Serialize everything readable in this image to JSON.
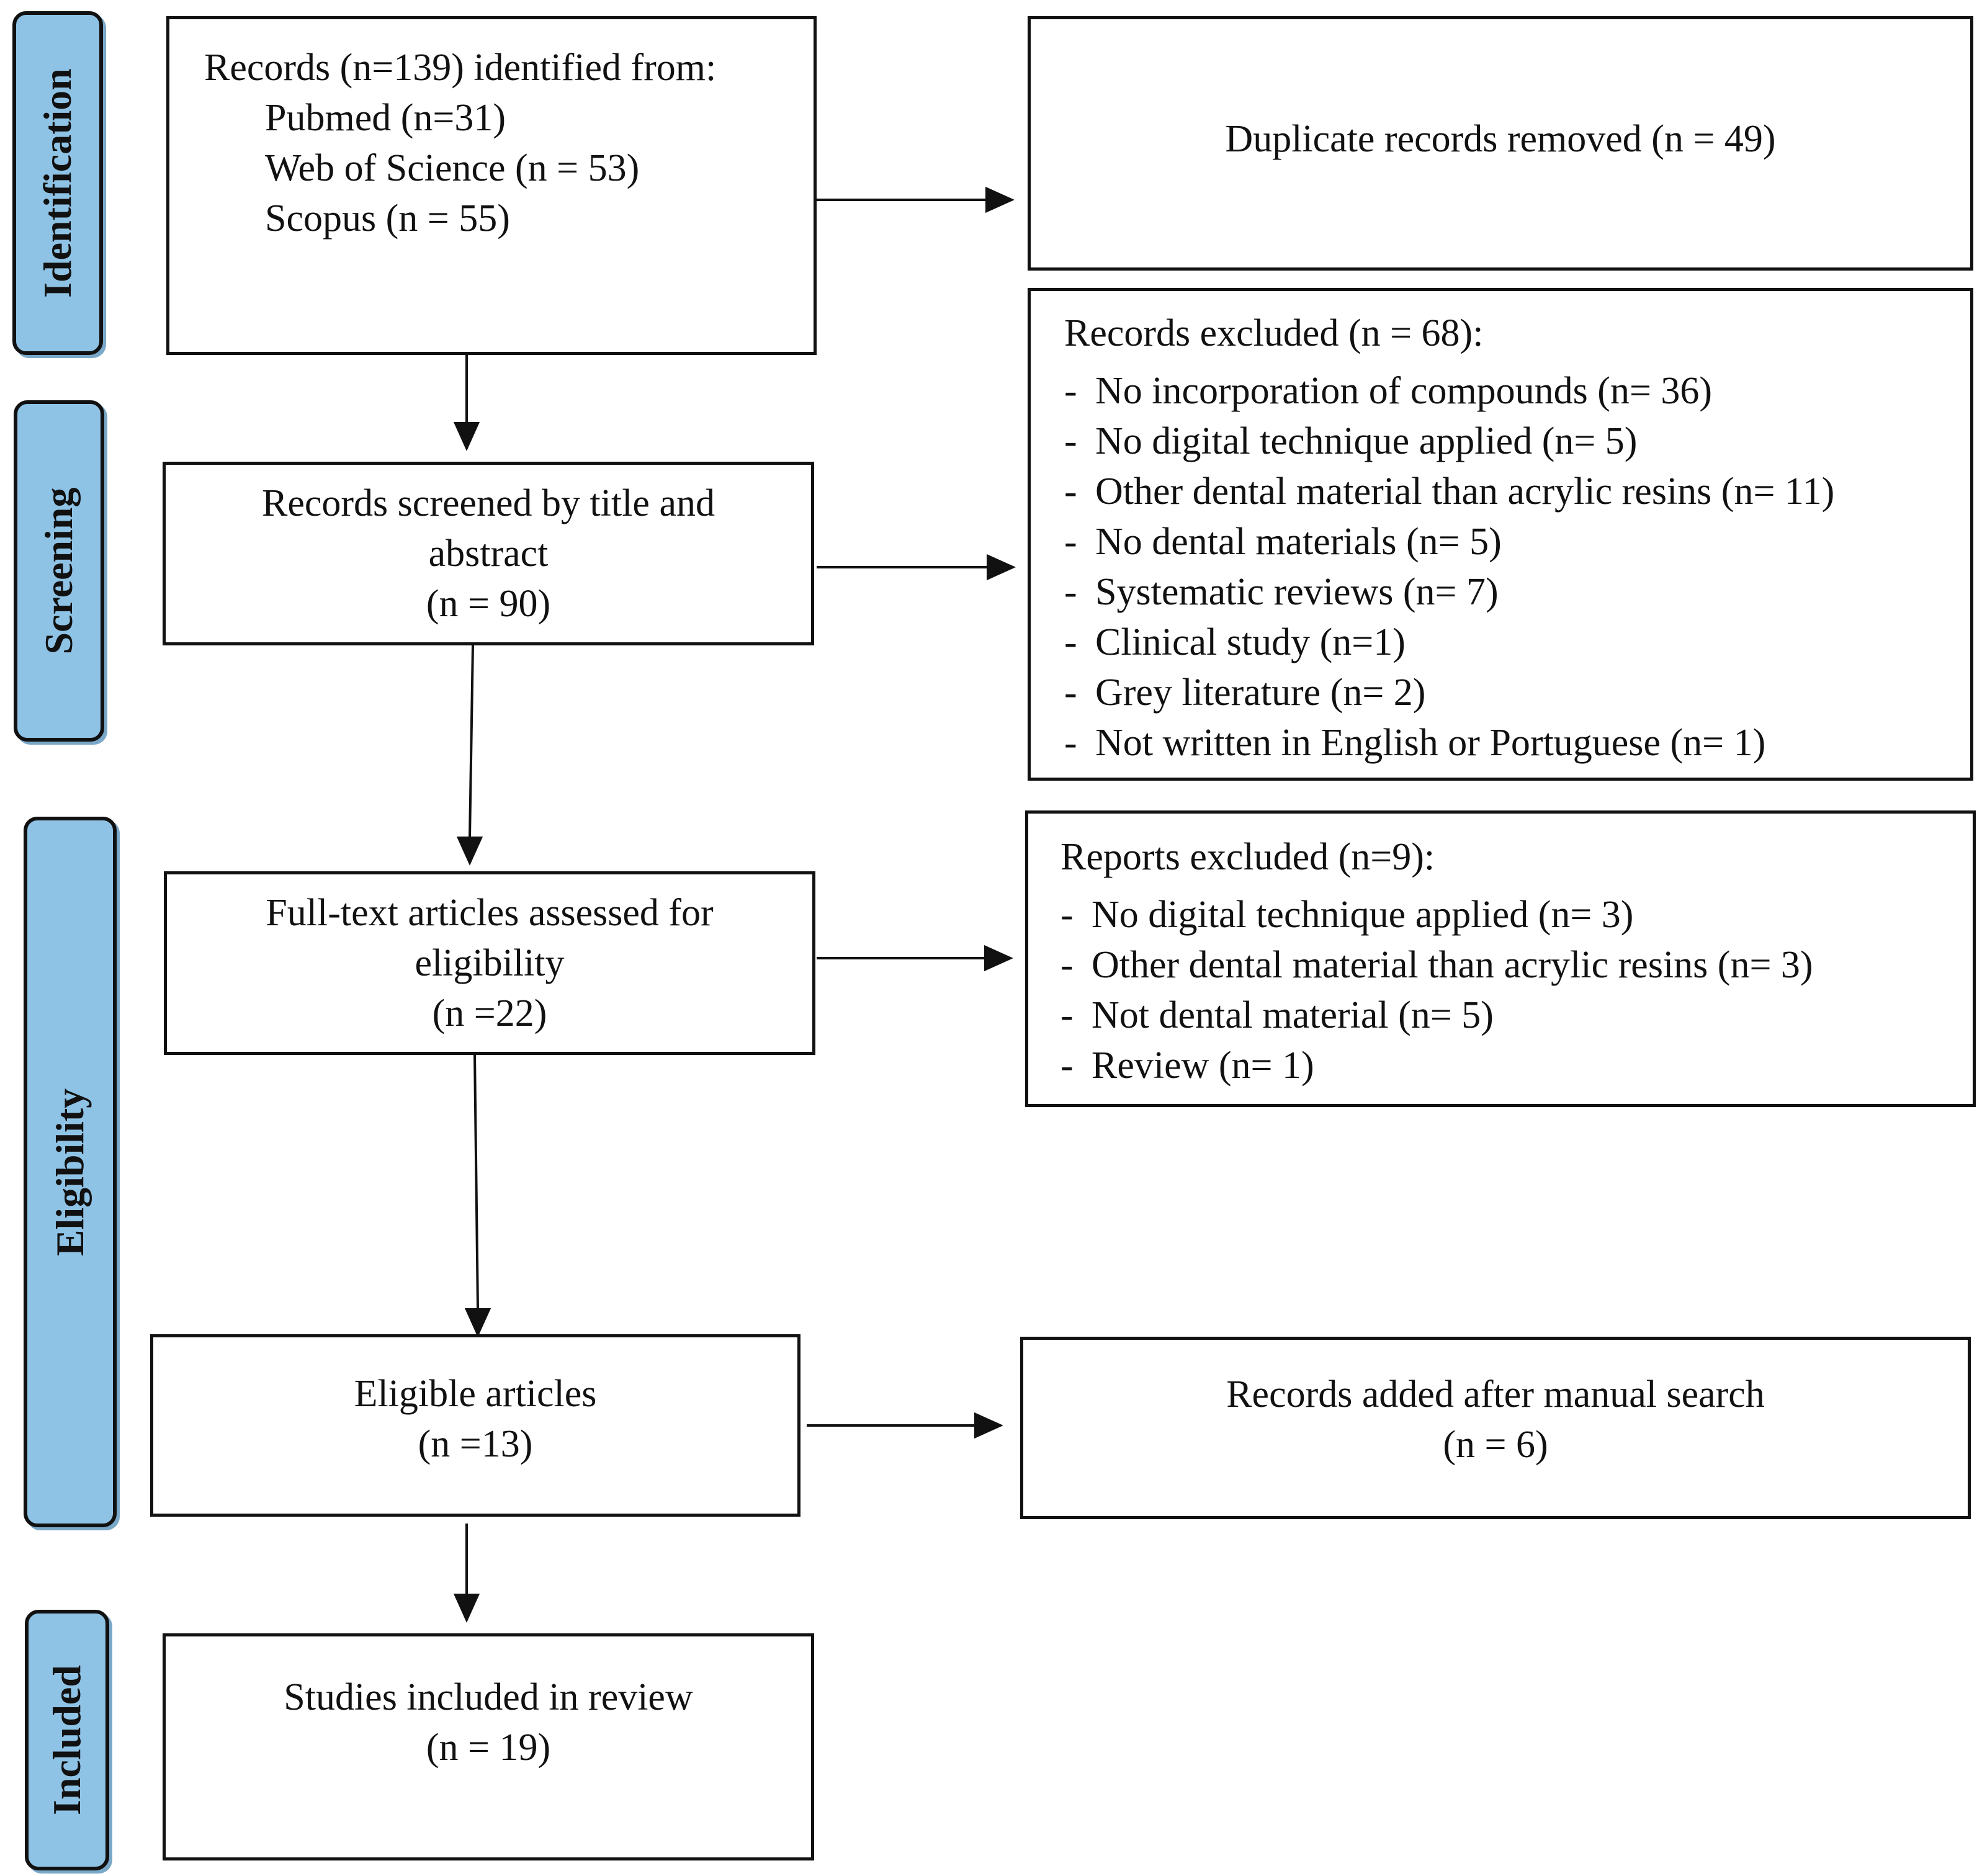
{
  "stages": [
    {
      "id": "identification",
      "label": "Identification"
    },
    {
      "id": "screening",
      "label": "Screening"
    },
    {
      "id": "eligibility",
      "label": "Eligibility"
    },
    {
      "id": "included",
      "label": "Included"
    }
  ],
  "identified": {
    "heading": "Records (n=139) identified from:",
    "sources": [
      "Pubmed (n=31)",
      "Web of Science (n = 53)",
      "Scopus (n = 55)"
    ]
  },
  "duplicates": {
    "text": "Duplicate records removed (n = 49)"
  },
  "screened": {
    "line1": "Records screened by title and",
    "line2": "abstract",
    "count": "(n = 90)"
  },
  "records_excluded": {
    "heading": "Records excluded (n = 68):",
    "items": [
      "No incorporation of compounds (n= 36)",
      "No digital technique applied (n= 5)",
      "Other dental material than acrylic resins (n= 11)",
      "No dental materials (n= 5)",
      "Systematic reviews (n= 7)",
      "Clinical study (n=1)",
      "Grey literature (n= 2)",
      "Not written in English or Portuguese (n= 1)"
    ]
  },
  "fulltext": {
    "line1": "Full-text articles assessed for",
    "line2": "eligibility",
    "count": "(n =22)"
  },
  "reports_excluded": {
    "heading": "Reports excluded (n=9):",
    "items": [
      "No digital technique applied (n= 3)",
      "Other dental material than acrylic resins (n= 3)",
      "Not dental material (n= 5)",
      "Review (n= 1)"
    ]
  },
  "eligible": {
    "line1": "Eligible articles",
    "count": "(n =13)"
  },
  "manual": {
    "line1": "Records added after manual search",
    "count": "(n = 6)"
  },
  "included": {
    "line1": "Studies included in review",
    "count": "(n = 19)"
  }
}
